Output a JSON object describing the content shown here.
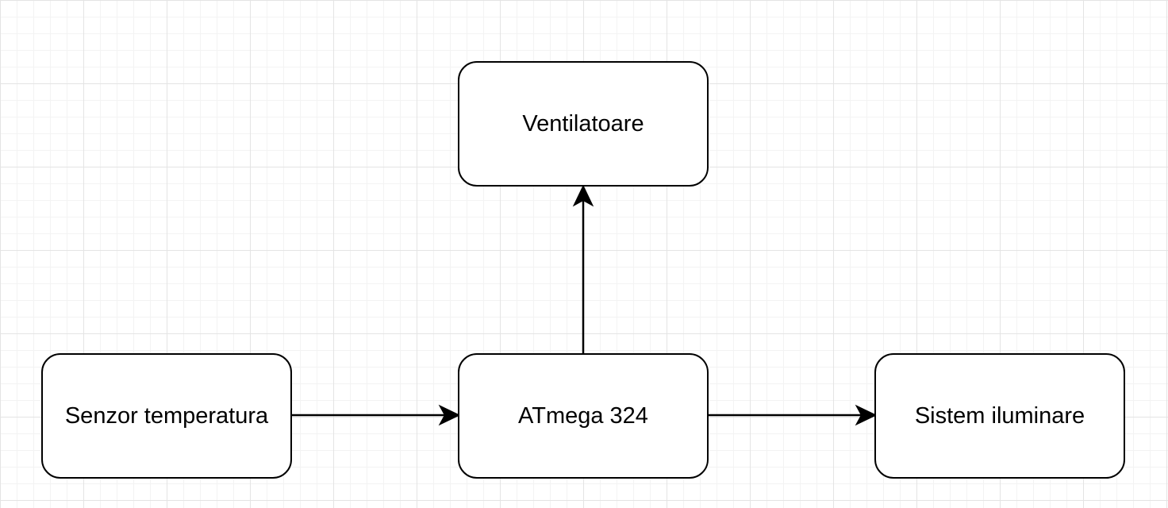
{
  "diagram": {
    "nodes": [
      {
        "id": "ventilatoare",
        "label": "Ventilatoare"
      },
      {
        "id": "senzor",
        "label": "Senzor temperatura"
      },
      {
        "id": "atmega",
        "label": "ATmega 324"
      },
      {
        "id": "iluminare",
        "label": "Sistem iluminare"
      }
    ],
    "edges": [
      {
        "from": "senzor",
        "to": "atmega"
      },
      {
        "from": "atmega",
        "to": "ventilatoare"
      },
      {
        "from": "atmega",
        "to": "iluminare"
      }
    ]
  },
  "colors": {
    "stroke": "#000000",
    "node_fill": "#ffffff",
    "grid": "#e4e4e4"
  }
}
